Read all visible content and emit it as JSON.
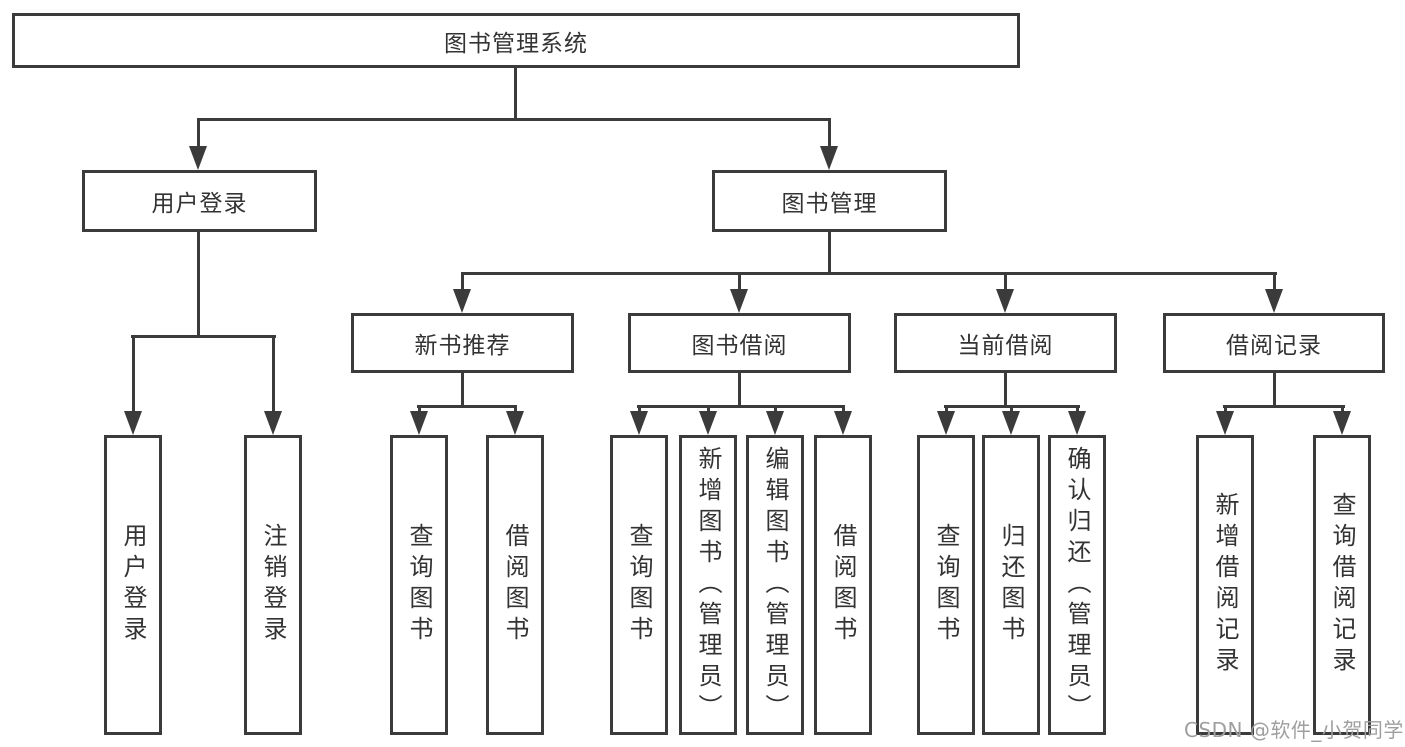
{
  "diagram": {
    "nodes": {
      "root": "图书管理系统",
      "user_login": "用户登录",
      "book_mgmt": "图书管理",
      "new_book_rec": "新书推荐",
      "book_borrow": "图书借阅",
      "current_borrow": "当前借阅",
      "borrow_records": "借阅记录",
      "leaf_user_login": "用户登录",
      "leaf_logout": "注销登录",
      "leaf_rec_query": "查询图书",
      "leaf_rec_borrow": "借阅图书",
      "leaf_bb_query": "查询图书",
      "leaf_bb_add": "新增图书（管理员）",
      "leaf_bb_edit": "编辑图书（管理员）",
      "leaf_bb_borrow": "借阅图书",
      "leaf_cb_query": "查询图书",
      "leaf_cb_return": "归还图书",
      "leaf_cb_confirm": "确认归还（管理员）",
      "leaf_br_add": "新增借阅记录",
      "leaf_br_query": "查询借阅记录"
    },
    "watermark": "CSDN @软件_小贺同学",
    "colors": {
      "line": "#3b3b3b",
      "text": "#333333",
      "watermark": "#9f9f9f",
      "background": "#ffffff"
    }
  }
}
